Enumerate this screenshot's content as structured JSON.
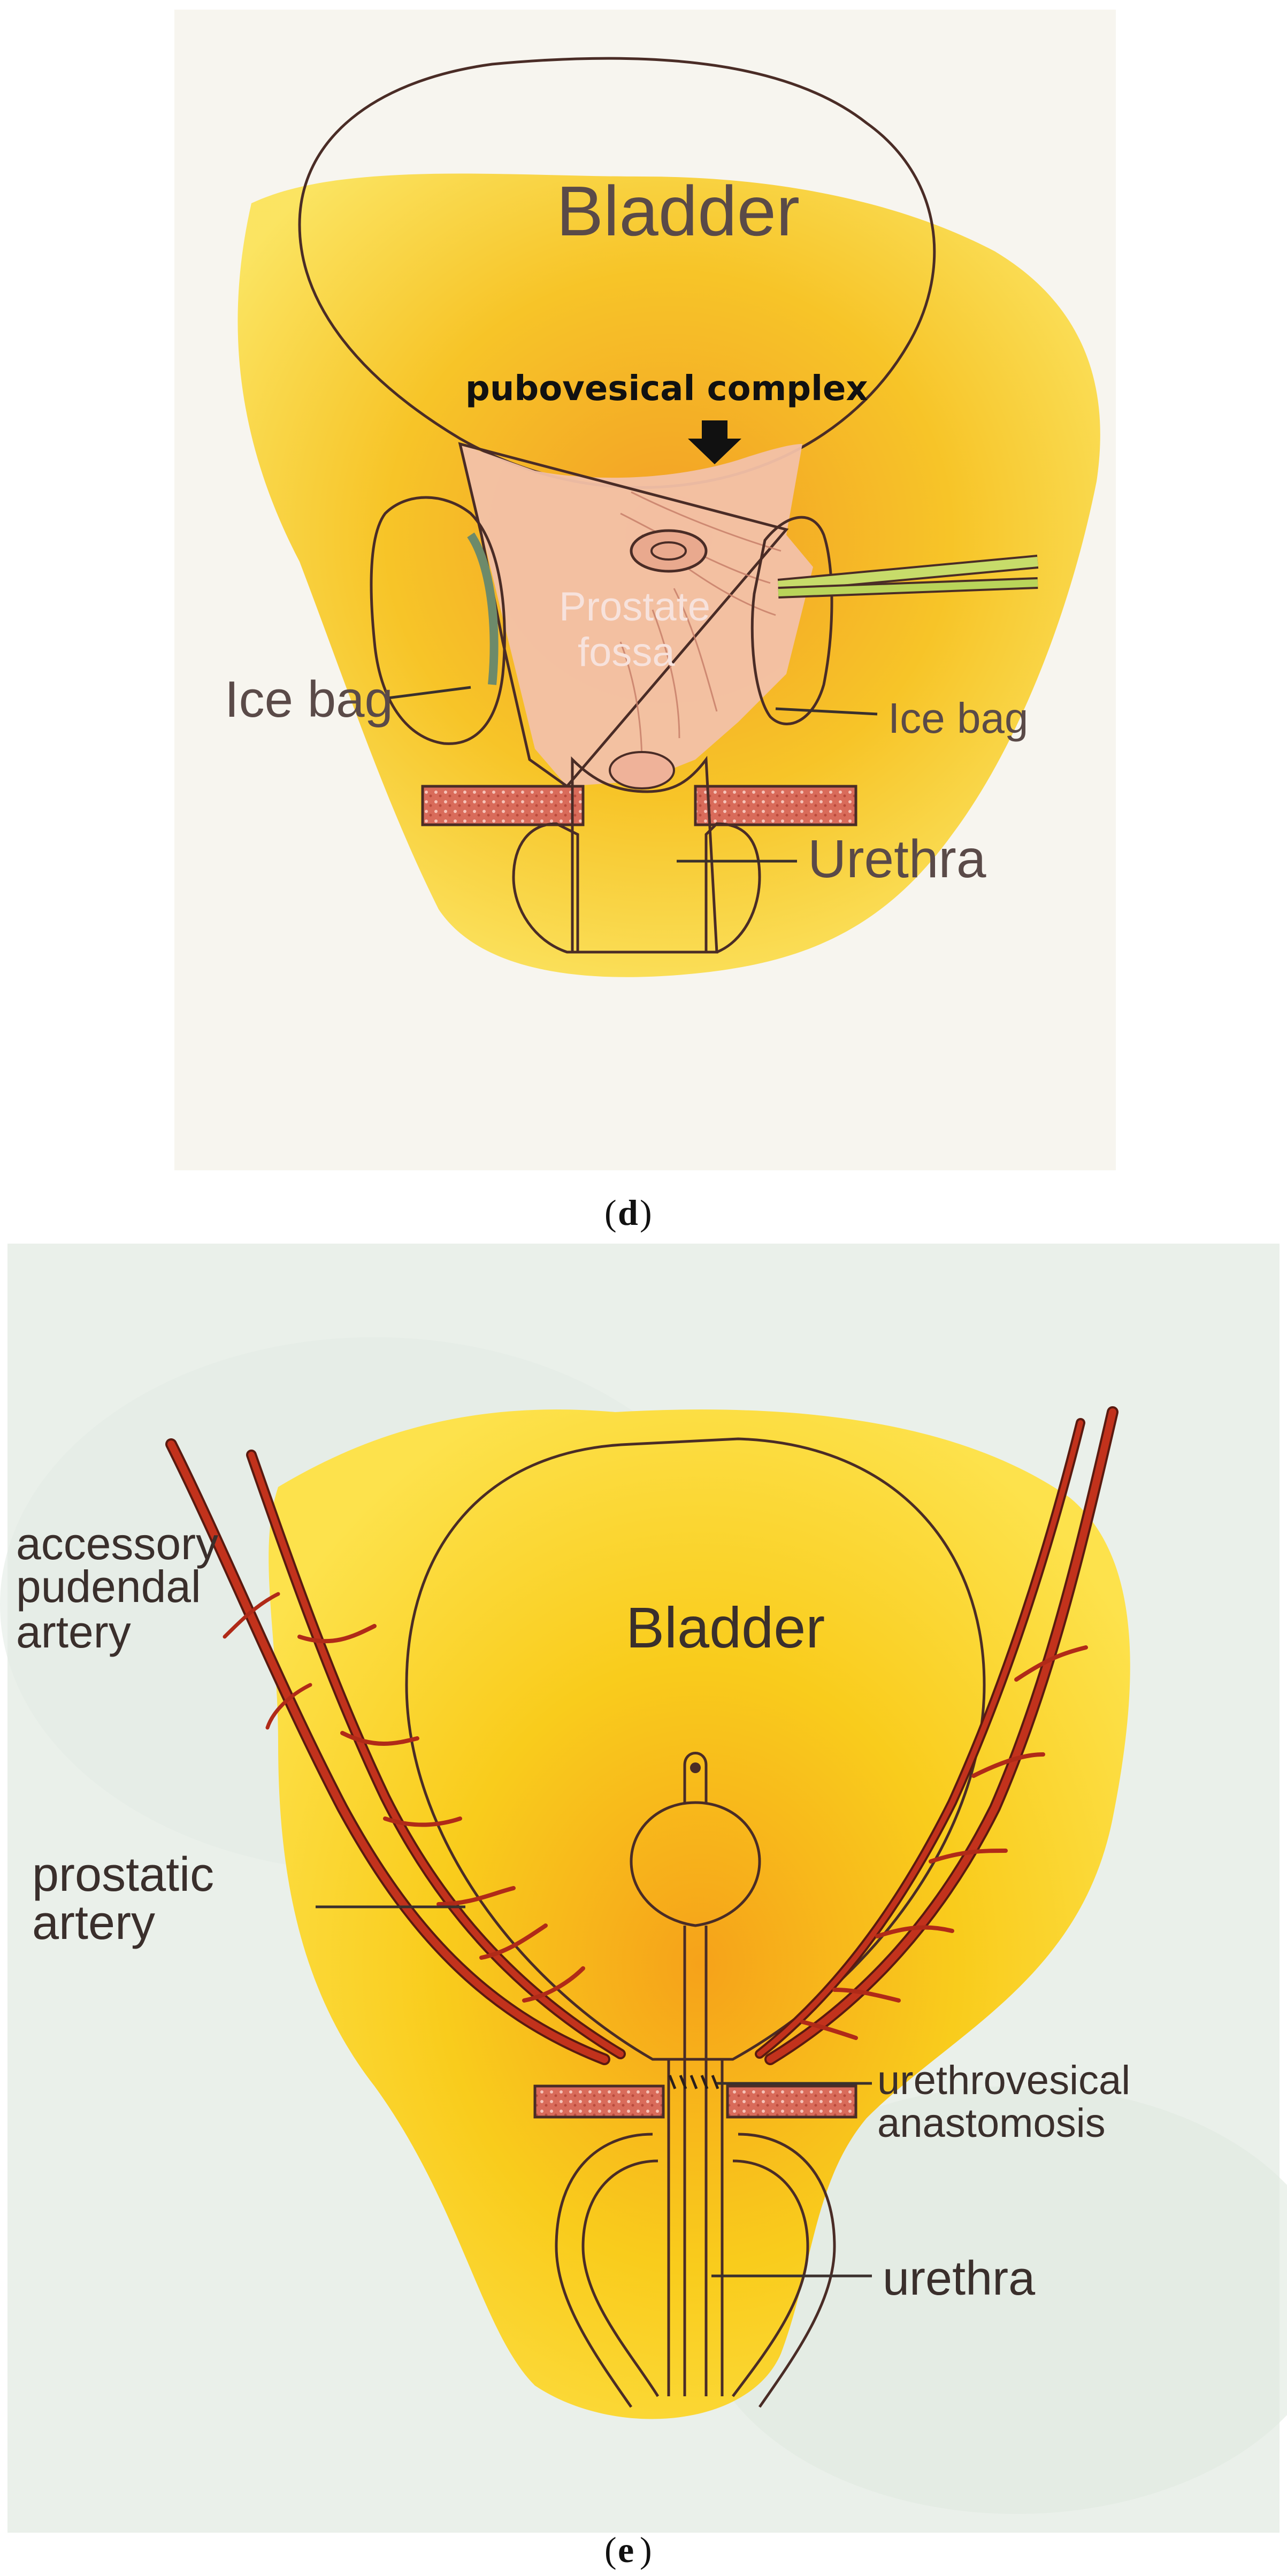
{
  "panel_d": {
    "caption_letter": "d",
    "labels": {
      "bladder": "Bladder",
      "pubovesical_complex": "pubovesical complex",
      "prostate": "Prostate",
      "fossa": "fossa",
      "ice_bag_left": "Ice bag",
      "ice_bag_right": "Ice bag",
      "urethra": "Urethra"
    }
  },
  "panel_e": {
    "caption_letter": "e",
    "labels": {
      "bladder": "Bladder",
      "accessory_line1": "accessory",
      "accessory_line2": "pudendal",
      "accessory_line3": "artery",
      "prostatic_line1": "prostatic",
      "prostatic_line2": "artery",
      "anastomosis_line1": "urethrovesical",
      "anastomosis_line2": "anastomosis",
      "urethra": "urethra"
    }
  },
  "colors": {
    "yellow": "#f8d21c",
    "orange": "#f29a1a",
    "bladder_pink": "#f7c8b6",
    "prostate_fossa": "#8e2a2c",
    "artery_red": "#b02a18",
    "paper": "#eef1ec"
  }
}
